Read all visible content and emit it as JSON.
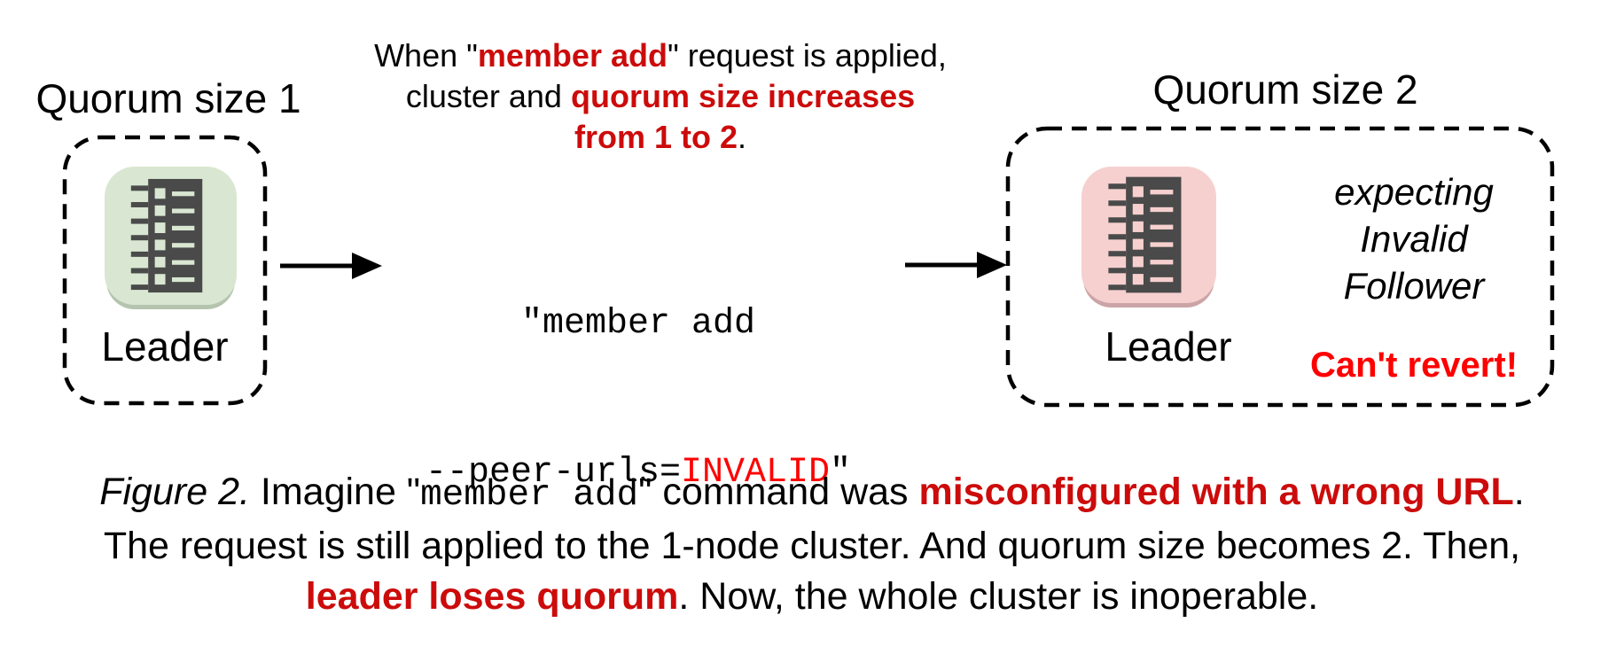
{
  "diagram": {
    "left": {
      "title": "Quorum size 1",
      "node_label": "Leader"
    },
    "annotation": {
      "line1_prefix": "When \"",
      "line1_red": "member add",
      "line1_suffix": "\" request is applied,",
      "line2_prefix": "cluster and ",
      "line2_red": "quorum size increases",
      "line3_red": "from 1 to 2",
      "line3_suffix": "."
    },
    "command": {
      "line1": "\"member add",
      "line2_flag": "--peer-urls=",
      "line2_invalid": "INVALID",
      "line2_close_quote": "\""
    },
    "right": {
      "title": "Quorum size 2",
      "node_label": "Leader",
      "note_line1": "expecting",
      "note_line2": "Invalid",
      "note_line3": "Follower",
      "warning": "Can't revert!"
    },
    "caption": {
      "figure_label": "Figure 2.",
      "l1_a": " Imagine \"",
      "l1_code": "member add",
      "l1_b": "\" command was ",
      "l1_red": "misconfigured with a wrong URL",
      "l1_end": ".",
      "l2": "The request is still applied to the 1-node cluster. And quorum size becomes 2. Then,",
      "l3_red": "leader loses quorum",
      "l3_rest": ". Now, the whole cluster is inoperable."
    }
  },
  "icons": {
    "server": "server-rack-icon",
    "arrow": "right-arrow-icon",
    "dashed_box": "dashed-cluster-boundary"
  },
  "colors": {
    "dark_red_text": "#cc0b0b",
    "bright_red_text": "#ff0000",
    "green_node_bg": "#d9e7d2",
    "green_node_shadow": "#b5c4ae",
    "pink_node_bg": "#f6d0cf",
    "pink_node_shadow": "#caa4a6",
    "server_icon_dark": "#4a4a4a",
    "outline_black": "#000000"
  }
}
